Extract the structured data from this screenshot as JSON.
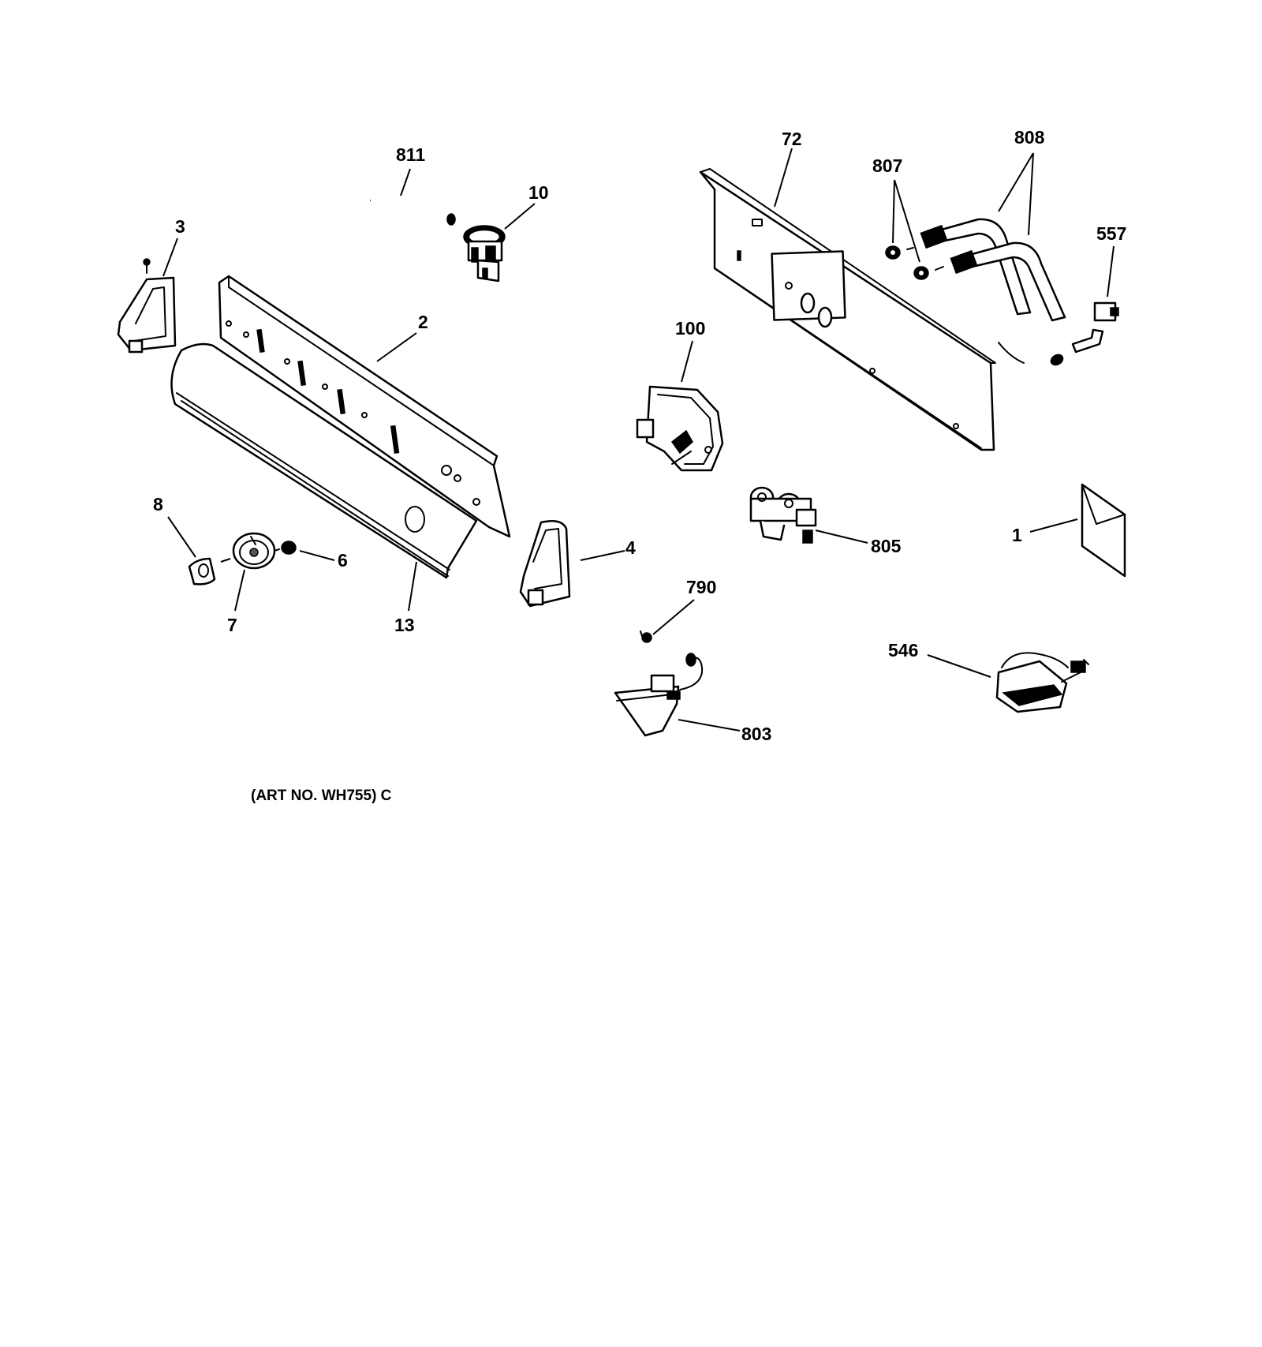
{
  "diagram": {
    "art_number": "(ART NO. WH755) C",
    "callouts": {
      "p811": "811",
      "p10": "10",
      "p3": "3",
      "p2": "2",
      "p72": "72",
      "p807": "807",
      "p808": "808",
      "p557": "557",
      "p100": "100",
      "p8": "8",
      "p6": "6",
      "p7": "7",
      "p13": "13",
      "p4": "4",
      "p805": "805",
      "p1": "1",
      "p790": "790",
      "p546": "546",
      "p803": "803"
    }
  }
}
